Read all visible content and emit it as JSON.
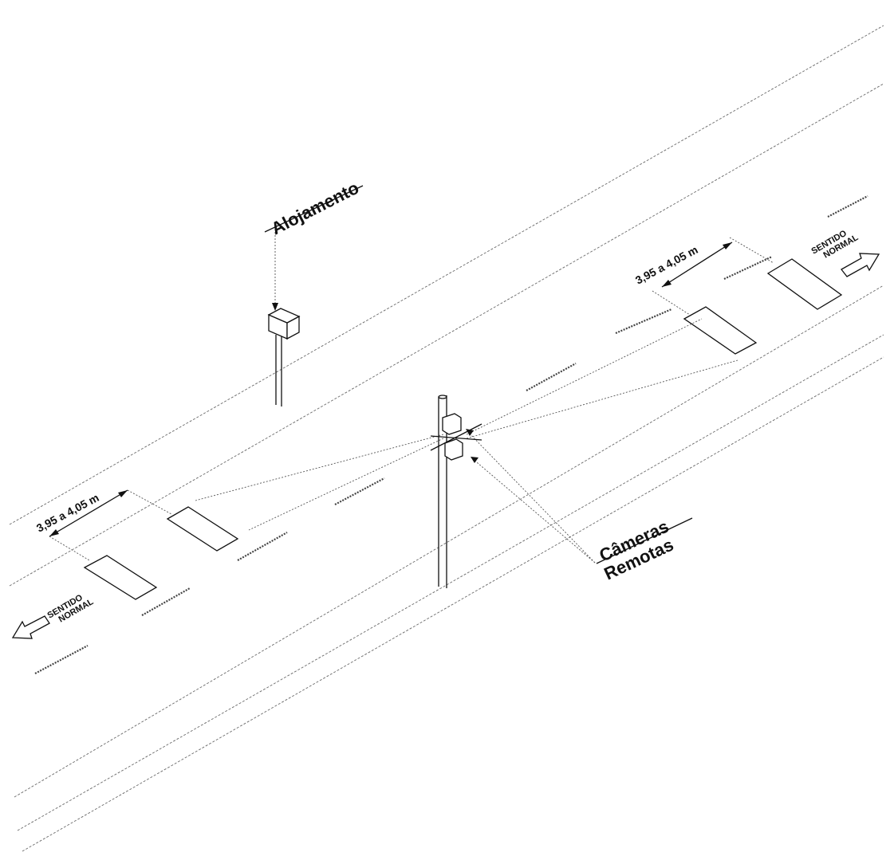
{
  "labels": {
    "housing": "Alojamento",
    "cameras_line1": "Câmeras",
    "cameras_line2": "Remotas",
    "distance_right": "3,95 a 4,05 m",
    "distance_left": "3,95 a 4,05 m",
    "direction_right_line1": "SENTIDO",
    "direction_right_line2": "NORMAL",
    "direction_left_line1": "SENTIDO",
    "direction_left_line2": "NORMAL"
  }
}
